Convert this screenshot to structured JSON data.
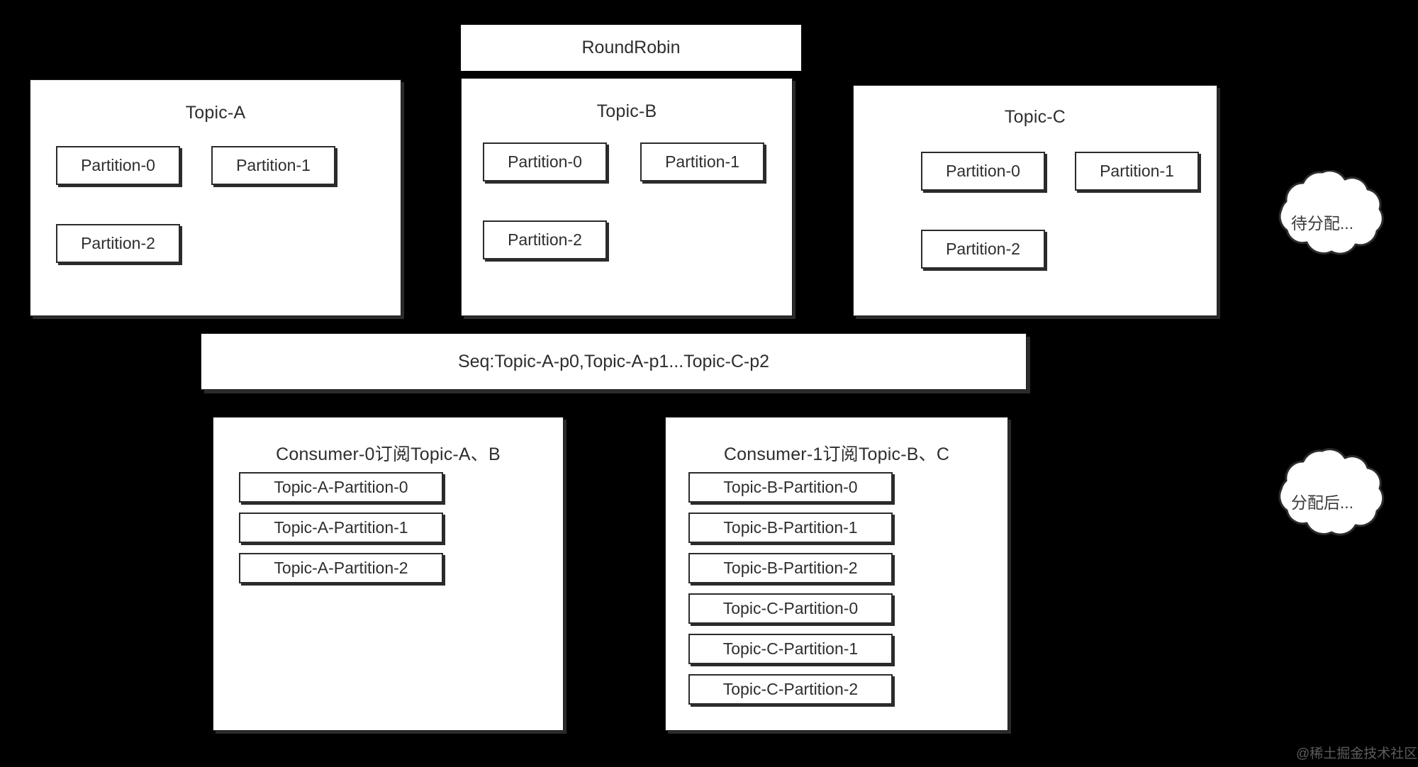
{
  "diagram": {
    "strategy_banner": {
      "label": "RoundRobin"
    },
    "sequence_bar": {
      "label": "Seq:Topic-A-p0,Topic-A-p1...Topic-C-p2"
    },
    "topics": [
      {
        "title": "Topic-A",
        "partitions": [
          {
            "label": "Partition-0"
          },
          {
            "label": "Partition-1"
          },
          {
            "label": "Partition-2"
          }
        ]
      },
      {
        "title": "Topic-B",
        "partitions": [
          {
            "label": "Partition-0"
          },
          {
            "label": "Partition-1"
          },
          {
            "label": "Partition-2"
          }
        ]
      },
      {
        "title": "Topic-C",
        "partitions": [
          {
            "label": "Partition-0"
          },
          {
            "label": "Partition-1"
          },
          {
            "label": "Partition-2"
          }
        ]
      }
    ],
    "consumers": [
      {
        "title": "Consumer-0订阅Topic-A、B",
        "assignments": [
          {
            "label": "Topic-A-Partition-0"
          },
          {
            "label": "Topic-A-Partition-1"
          },
          {
            "label": "Topic-A-Partition-2"
          }
        ]
      },
      {
        "title": "Consumer-1订阅Topic-B、C",
        "assignments": [
          {
            "label": "Topic-B-Partition-0"
          },
          {
            "label": "Topic-B-Partition-1"
          },
          {
            "label": "Topic-B-Partition-2"
          },
          {
            "label": "Topic-C-Partition-0"
          },
          {
            "label": "Topic-C-Partition-1"
          },
          {
            "label": "Topic-C-Partition-2"
          }
        ]
      }
    ],
    "clouds": [
      {
        "label": "待分配...",
        "name": "pending-assignment"
      },
      {
        "label": "分配后...",
        "name": "after-assignment"
      }
    ],
    "watermark": {
      "label": "@稀土掘金技术社区"
    },
    "colors": {
      "background": "#000000",
      "card_fill": "#ffffff",
      "stroke": "#2b2b2b",
      "text": "#2e2e2e"
    }
  }
}
